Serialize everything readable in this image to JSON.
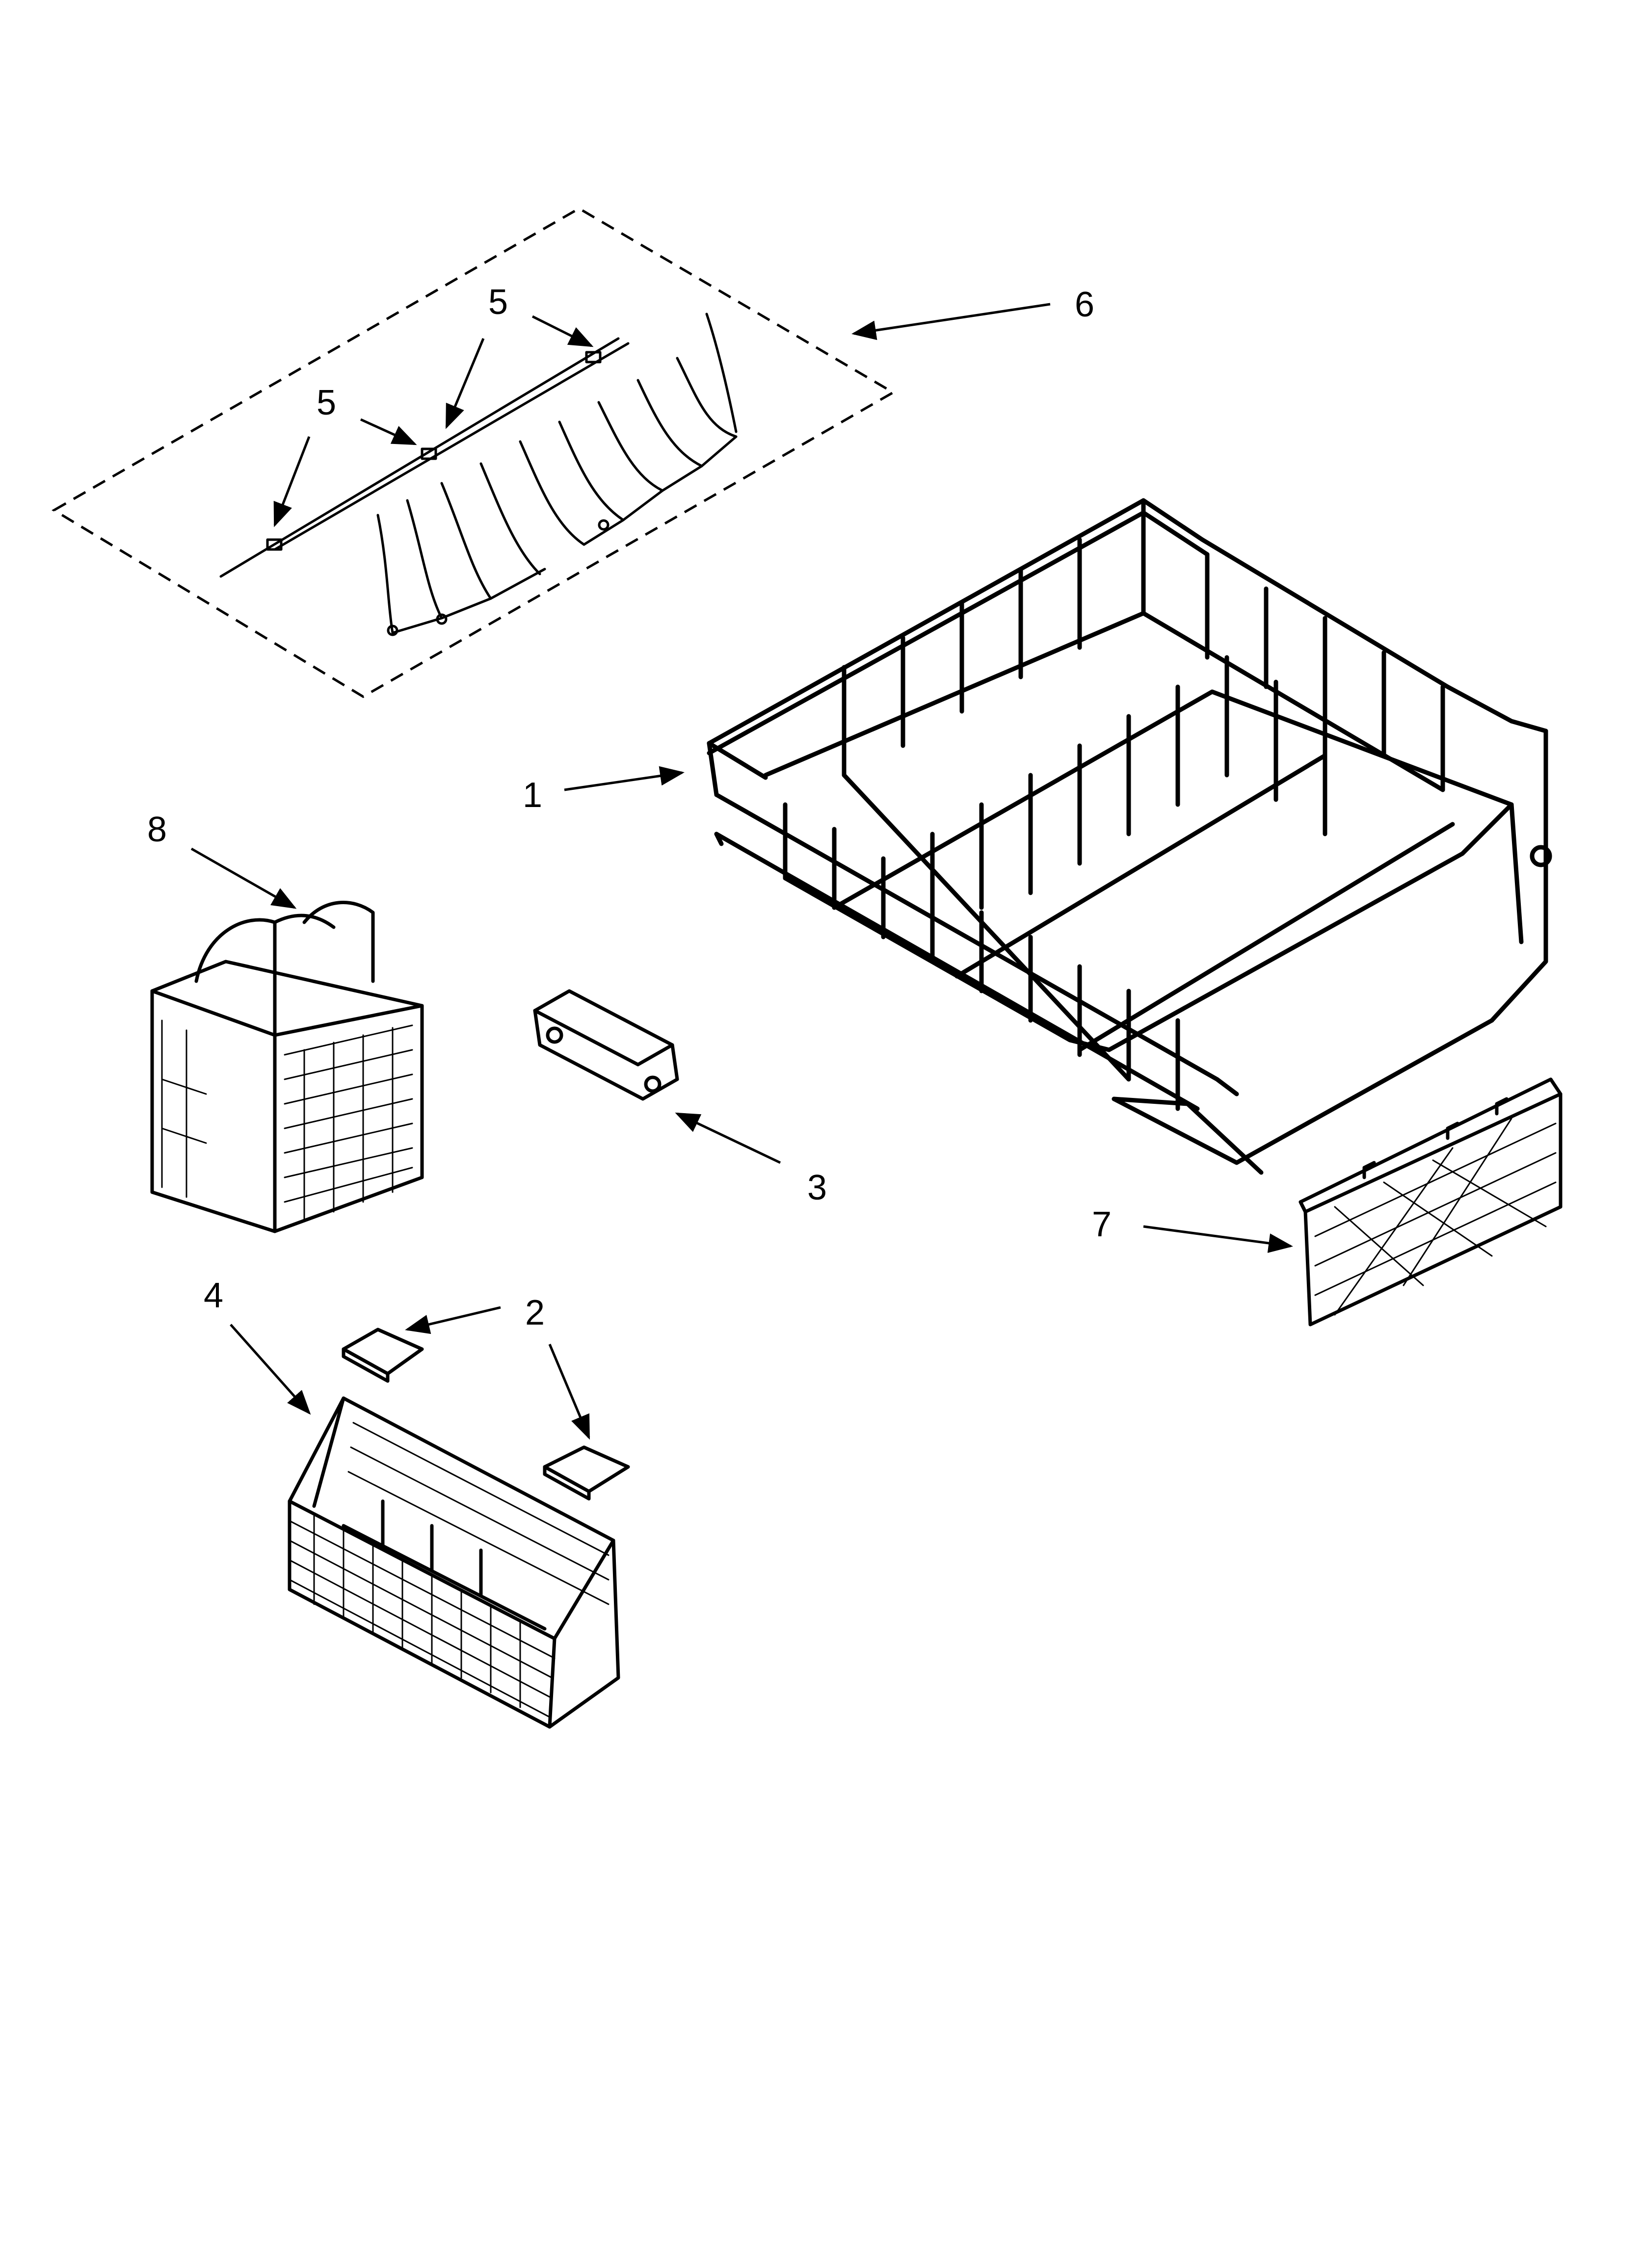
{
  "diagram": {
    "type": "exploded parts view",
    "colors": {
      "line": "#000000",
      "background": "#ffffff"
    },
    "callouts": [
      {
        "id": "1",
        "label": "1",
        "part": "lower dishrack"
      },
      {
        "id": "2a",
        "label": "2",
        "part": "basket lid"
      },
      {
        "id": "3",
        "label": "3",
        "part": "clip"
      },
      {
        "id": "4",
        "label": "4",
        "part": "silverware basket"
      },
      {
        "id": "5a",
        "label": "5",
        "part": "tine clip"
      },
      {
        "id": "5b",
        "label": "5",
        "part": "tine clip"
      },
      {
        "id": "6",
        "label": "6",
        "part": "tine row assembly"
      },
      {
        "id": "7",
        "label": "7",
        "part": "shield"
      },
      {
        "id": "8",
        "label": "8",
        "part": "small basket"
      }
    ]
  }
}
